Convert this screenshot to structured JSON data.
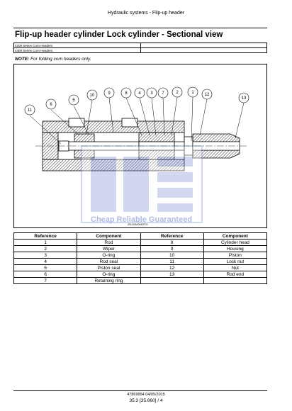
{
  "header": "Hydraulic systems - Flip-up header",
  "title": "Flip-up header cylinder Lock cylinder - Sectional view",
  "series": [
    "4200 Series Corn Headers",
    "4400 Series Corn Headers"
  ],
  "note_label": "NOTE:",
  "note_text": "For folding corn headers only.",
  "callouts": [
    "11",
    "6",
    "5",
    "10",
    "9",
    "8",
    "4",
    "3",
    "7",
    "2",
    "1",
    "12",
    "13"
  ],
  "diagram_code": "ZSL20A00042F03",
  "watermark_text": "Cheap Reliable Guaranteed",
  "watermark_color": "#7b8fd0",
  "ref_table": {
    "headers": [
      "Reference",
      "Component",
      "Reference",
      "Component"
    ],
    "rows": [
      [
        "1",
        "Rod",
        "8",
        "Cylinder head"
      ],
      [
        "2",
        "Wiper",
        "9",
        "Housing"
      ],
      [
        "3",
        "O-ring",
        "10",
        "Piston"
      ],
      [
        "4",
        "Rod seal",
        "11",
        "Lock nut"
      ],
      [
        "5",
        "Piston seal",
        "12",
        "Nut"
      ],
      [
        "6",
        "O-ring",
        "13",
        "Rod end"
      ],
      [
        "7",
        "Retaining ring",
        "",
        ""
      ]
    ]
  },
  "footer": {
    "doc": "47869954 04/05/2015",
    "page": "35.3 [35.660] / 4"
  }
}
